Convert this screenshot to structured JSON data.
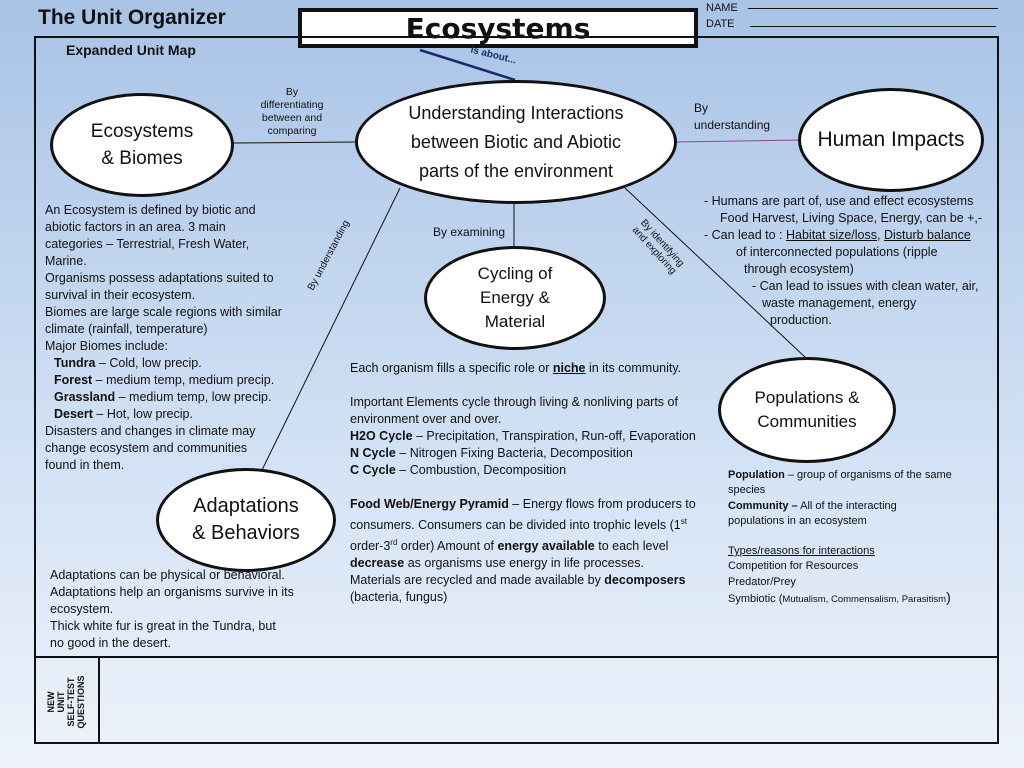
{
  "header": {
    "organizer_title": "The Unit Organizer",
    "unit_title": "Ecosystems",
    "name_label": "NAME",
    "date_label": "DATE",
    "map_subtitle": "Expanded Unit Map"
  },
  "links": {
    "is_about": "is about...",
    "differentiating": [
      "By",
      "differentiating",
      "between and",
      "comparing"
    ],
    "by_understanding_right": [
      "By",
      "understanding"
    ],
    "by_examining": "By examining",
    "by_understanding_left": "By understanding",
    "by_identifying": [
      "By identifying",
      "and exploring"
    ]
  },
  "nodes": {
    "center": [
      "Understanding Interactions",
      "between Biotic and Abiotic",
      "parts of the environment"
    ],
    "ecosystems": [
      "Ecosystems",
      "& Biomes"
    ],
    "human": "Human Impacts",
    "cycling": [
      "Cycling of",
      "Energy &",
      "Material"
    ],
    "populations": [
      "Populations &",
      "Communities"
    ],
    "adaptations": [
      "Adaptations",
      "& Behaviors"
    ]
  },
  "ecosystems_notes": {
    "l1": "An Ecosystem is defined by biotic and",
    "l2": "abiotic factors in an area.   3 main",
    "l3": "categories – Terrestrial, Fresh Water,",
    "l4": "Marine.",
    "l5": "Organisms possess adaptations suited to",
    "l6": "survival in their ecosystem.",
    "l7": "Biomes are large scale regions with similar",
    "l8": "climate (rainfall, temperature)",
    "l9": "Major Biomes include:",
    "tundra_term": "Tundra",
    "tundra_def": " – Cold, low precip.",
    "forest_term": "Forest",
    "forest_def": " – medium temp, medium precip.",
    "grassland_term": "Grassland",
    "grassland_def": " – medium temp, low precip.",
    "desert_term": "Desert",
    "desert_def": " – Hot, low precip.",
    "l14": "Disasters and changes in climate may",
    "l15": "change ecosystem and communities",
    "l16": "found in them."
  },
  "human_notes": {
    "l1": "- Humans are part of, use and effect ecosystems",
    "l2": "Food Harvest, Living Space, Energy, can be +,-",
    "l3_prefix": "- Can lead to : ",
    "l3_u1": "Habitat size/loss",
    "l3_mid": ", ",
    "l3_u2": "Disturb balance",
    "l4": "of  interconnected populations (ripple",
    "l5": "through ecosystem)",
    "l6": "- Can lead to issues with clean water, air,",
    "l7": "waste management, energy",
    "l8": "production."
  },
  "cycling_notes": {
    "niche_pre": "Each organism fills a specific role or ",
    "niche_word": "niche",
    "niche_post": " in its community.",
    "el1": "Important Elements cycle through living & nonliving  parts of",
    "el2": "environment over and over.",
    "h2o_term": "H2O Cycle",
    "h2o_def": " – Precipitation, Transpiration, Run-off, Evaporation",
    "n_term": "N Cycle",
    "n_def": " – Nitrogen Fixing Bacteria, Decomposition",
    "c_term": "C Cycle",
    "c_def": " – Combustion, Decomposition",
    "fw_term": "Food Web/Energy Pyramid",
    "fw_def": " – Energy flows from producers to",
    "fw2_pre": "consumers.  Consumers can be divided  into trophic levels (1",
    "fw2_sup": "st",
    "fw3_pre": "order-3",
    "fw3_sup": "rd",
    "fw3_mid": " order)  Amount of ",
    "fw3_bold": "energy available",
    "fw3_post": " to each level",
    "fw4_bold": "decrease",
    "fw4_post": " as organisms use energy in life processes.",
    "mat_pre": "Materials are recycled  and made available by ",
    "mat_bold": "decomposers",
    "mat2": "(bacteria, fungus)"
  },
  "populations_notes": {
    "pop_term": "Population",
    "pop_def": " – group of organisms of the same",
    "pop_def2": "species",
    "com_term": "Community –",
    "com_def": " All of the interacting",
    "com_def2": "populations in an ecosystem",
    "types_head": "Types/reasons for interactions",
    "t1": "Competition for Resources",
    "t2": "Predator/Prey",
    "t3_pre": "Symbiotic (",
    "t3_small": "Mutualism, Commensalism, Parasitism",
    "t3_post": ")"
  },
  "adaptations_notes": {
    "l1": "Adaptations can be physical or behavioral.",
    "l2": "Adaptations help an organisms survive in its",
    "l3": "ecosystem.",
    "l4": "Thick white fur is great in the Tundra, but",
    "l5": "no good in the desert."
  },
  "footer": {
    "self_test": [
      "NEW",
      "UNIT",
      "SELF-TEST",
      "QUESTIONS"
    ]
  }
}
